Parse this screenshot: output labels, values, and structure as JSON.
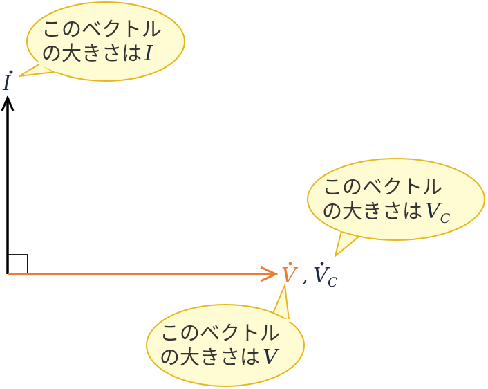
{
  "colors": {
    "current_vector": "#000000",
    "voltage_vector": "#ee7a33",
    "bubble_fill": "#fffbd2",
    "bubble_stroke": "#e6b820",
    "text": "#333333",
    "math": "#1f2a44"
  },
  "vectors": {
    "current_label": "I",
    "voltage_label": "V",
    "separator": ",",
    "capacitor_label": "V",
    "capacitor_subscript": "C"
  },
  "bubbles": {
    "current": {
      "line1": "このベクトル",
      "line2_prefix": "の大きさは",
      "symbol": "I"
    },
    "capacitor": {
      "line1": "このベクトル",
      "line2_prefix": "の大きさは",
      "symbol": "V",
      "subscript": "C"
    },
    "voltage": {
      "line1": "このベクトル",
      "line2_prefix": "の大きさは",
      "symbol": "V"
    }
  }
}
